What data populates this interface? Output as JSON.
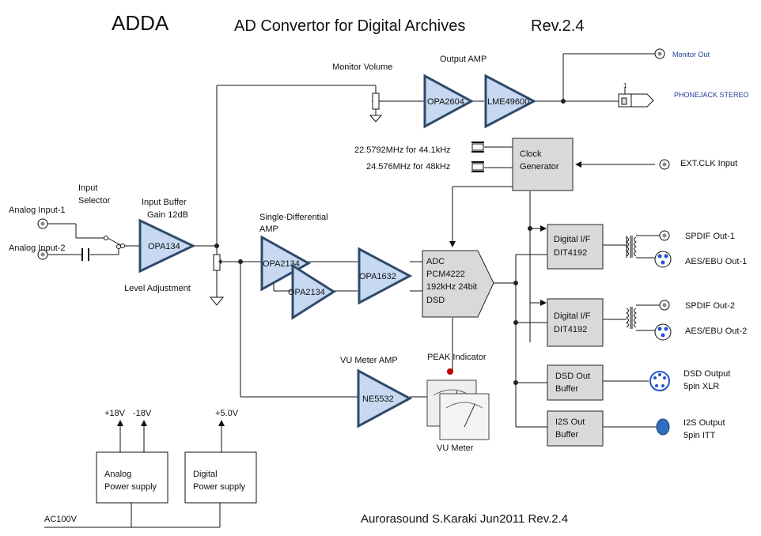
{
  "title": {
    "left": "ADDA",
    "center": "AD Convertor for Digital Archives",
    "right": "Rev.2.4"
  },
  "footer": "Aurorasound  S.Karaki  Jun2011  Rev.2.4",
  "labels": {
    "monitor_volume": "Monitor Volume",
    "output_amp": "Output AMP",
    "monitor_out": "Monitor Out",
    "phonejack": "PHONEJACK STEREO",
    "phonejack_pin": "1",
    "clock_44": "22.5792MHz for 44.1kHz",
    "clock_48": "24.576MHz for 48kHz",
    "ext_clk": "EXT.CLK Input",
    "input_selector_1": "Input",
    "input_selector_2": "Selector",
    "analog_input_1": "Analog Input-1",
    "analog_input_2": "Analog Input-2",
    "input_buffer_1": "Input Buffer",
    "input_buffer_2": "Gain 12dB",
    "level_adjust": "Level Adjustment",
    "single_diff_1": "Single-Differential",
    "single_diff_2": "AMP",
    "spdif_1": "SPDIF Out-1",
    "aes_1": "AES/EBU Out-1",
    "spdif_2": "SPDIF Out-2",
    "aes_2": "AES/EBU Out-2",
    "peak": "PEAK Indicator",
    "vu_amp": "VU Meter AMP",
    "vu_meter": "VU Meter",
    "dsd_output_1": "DSD Output",
    "dsd_output_2": "5pin XLR",
    "i2s_output_1": "I2S Output",
    "i2s_output_2": "5pin  ITT",
    "plus18": "+18V",
    "minus18": "-18V",
    "plus5": "+5.0V",
    "ac100": "AC100V"
  },
  "amps": {
    "opa2604": "OPA2604",
    "lme49600": "LME49600",
    "opa134": "OPA134",
    "opa2134_a": "OPA2134",
    "opa2134_b": "OPA2134",
    "opa1632": "OPA1632",
    "ne5532": "NE5532"
  },
  "blocks": {
    "clock_1": "Clock",
    "clock_2": "Generator",
    "adc_1": "ADC",
    "adc_2": "PCM4222",
    "adc_3": "192kHz 24bit",
    "adc_4": "DSD",
    "dif1_1": "Digital I/F",
    "dif1_2": "DIT4192",
    "dif2_1": "Digital I/F",
    "dif2_2": "DIT4192",
    "dsd_1": "DSD Out",
    "dsd_2": "Buffer",
    "i2s_1": "I2S Out",
    "i2s_2": "Buffer",
    "analog_ps_1": "Analog",
    "analog_ps_2": "Power supply",
    "digital_ps_1": "Digital",
    "digital_ps_2": "Power supply"
  },
  "colors": {
    "amp_fill": "#c6d9f1",
    "amp_stroke": "#2f4a6b",
    "block_fill": "#d9d9d9",
    "link_blue": "#1f3f9e",
    "xlr_blue": "#2255cc",
    "peak_led": "#c00000",
    "i2s_connector": "#2f6fbf"
  }
}
